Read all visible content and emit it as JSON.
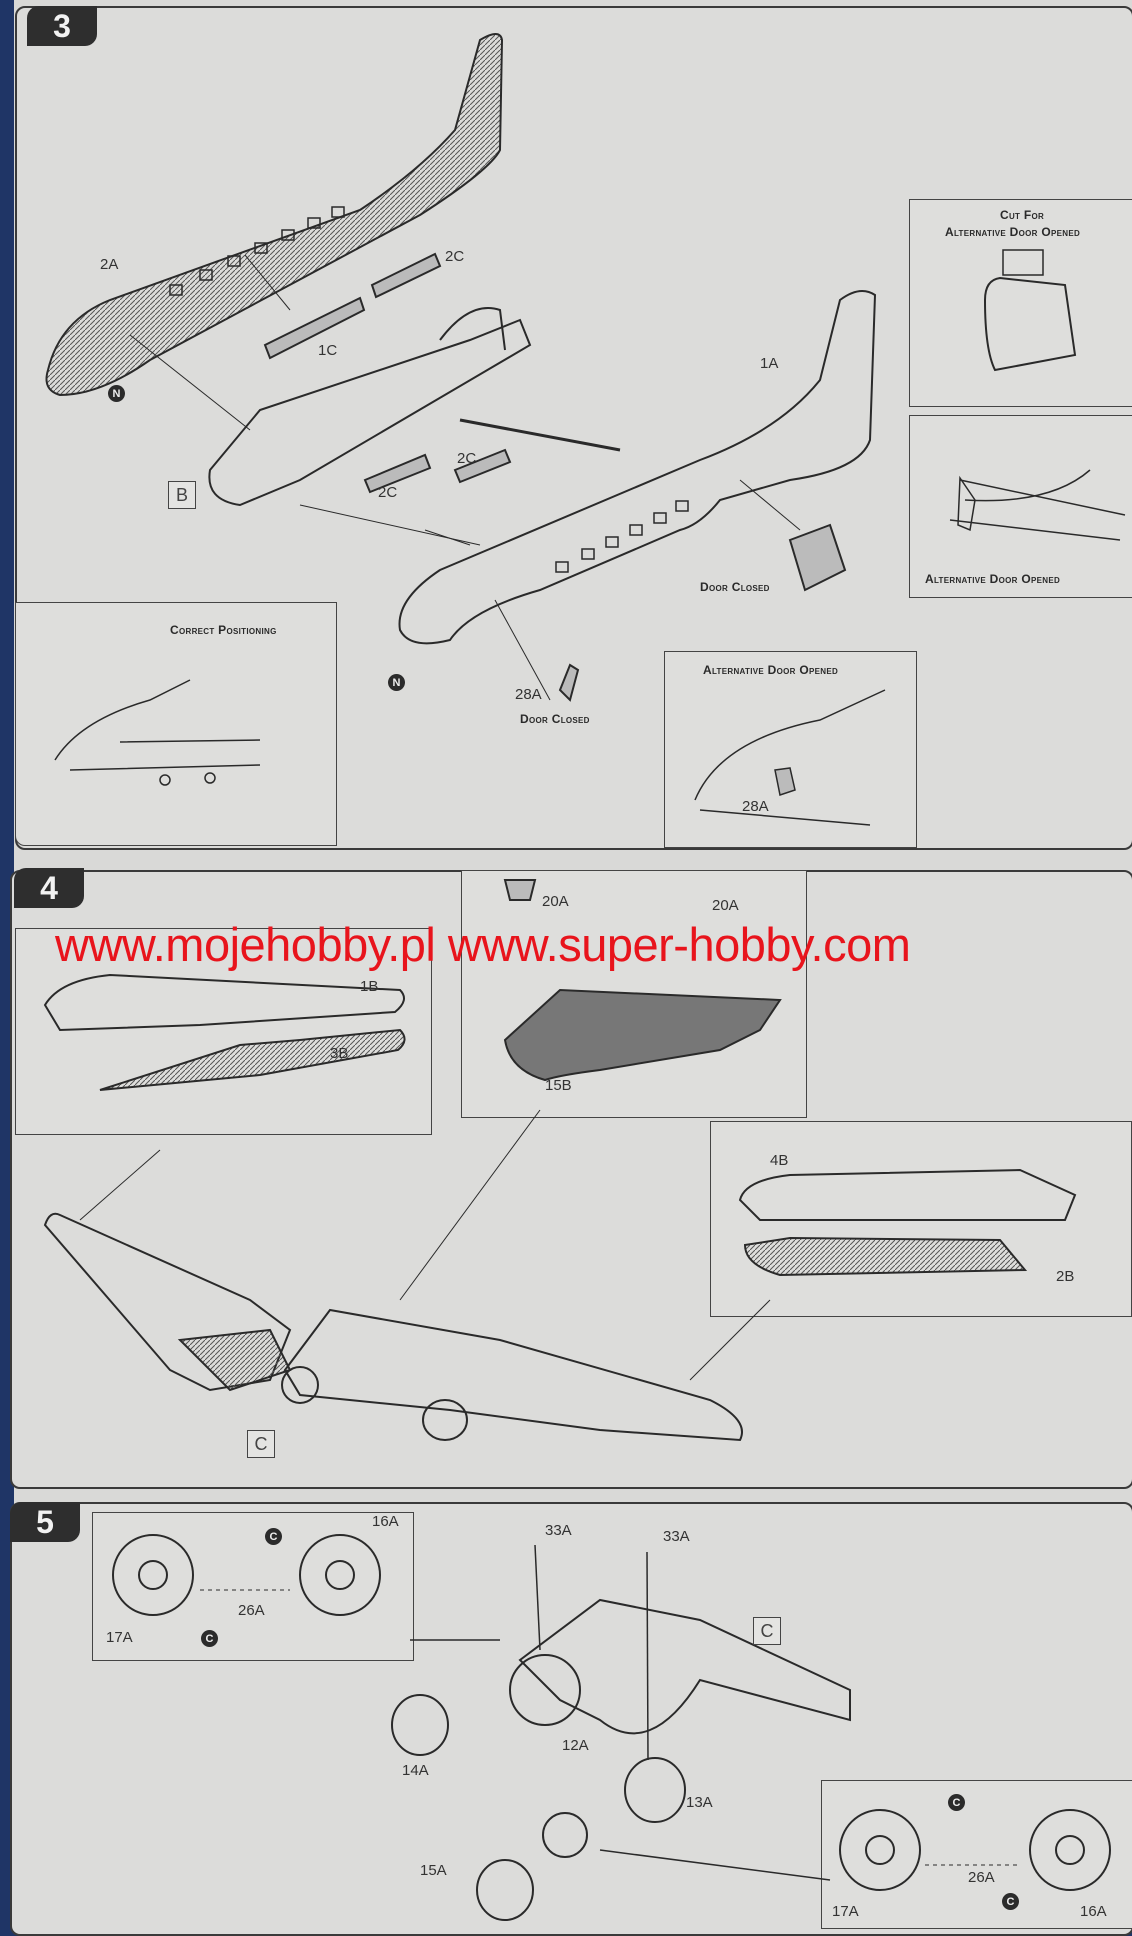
{
  "watermark": "www.mojehobby.pl www.super-hobby.com",
  "steps": {
    "step3": {
      "number": "3",
      "labels": {
        "p2a": "2A",
        "p2c_top": "2C",
        "p1c": "1C",
        "p1a": "1A",
        "p2c_mid": "2C",
        "p2c_low": "2C",
        "p28a": "28A",
        "p28a_inset": "28A"
      },
      "markers": {
        "n1": "N",
        "n2": "N",
        "b": "B"
      },
      "captions": {
        "door_closed_rear": "Door Closed",
        "door_closed_front": "Door Closed",
        "correct_positioning": "Correct Positioning",
        "alt_door_opened_front": "Alternative Door Opened",
        "cut_for_line1": "Cut For",
        "cut_for_line2": "Alternative Door Opened",
        "alt_door_opened_rear": "Alternative Door Opened"
      }
    },
    "step4": {
      "number": "4",
      "labels": {
        "p20a_1": "20A",
        "p20a_2": "20A",
        "p1b": "1B",
        "p3b": "3B",
        "p15b": "15B",
        "p4b": "4B",
        "p2b": "2B"
      },
      "markers": {
        "c": "C"
      }
    },
    "step5": {
      "number": "5",
      "labels": {
        "p16a_top": "16A",
        "p26a_top": "26A",
        "p17a_top": "17A",
        "p33a_1": "33A",
        "p33a_2": "33A",
        "p12a": "12A",
        "p14a": "14A",
        "p13a": "13A",
        "p15a": "15A",
        "p26a_bot": "26A",
        "p17a_bot": "17A",
        "p16a_bot": "16A"
      },
      "markers": {
        "c_box": "C",
        "c1": "C",
        "c2": "C",
        "c3": "C",
        "c4": "C"
      }
    }
  }
}
